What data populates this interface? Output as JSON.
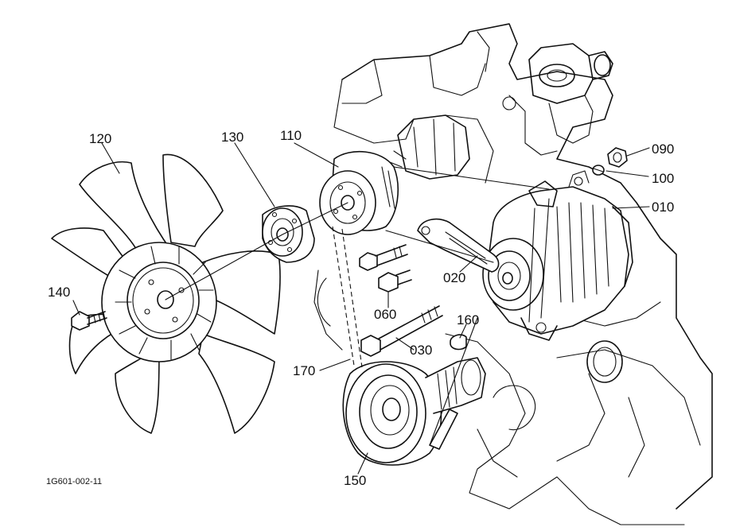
{
  "figure_code": "1G601-002-11",
  "callouts": [
    {
      "id": "c120",
      "text": "120"
    },
    {
      "id": "c130",
      "text": "130"
    },
    {
      "id": "c110",
      "text": "110"
    },
    {
      "id": "c090",
      "text": "090"
    },
    {
      "id": "c100",
      "text": "100"
    },
    {
      "id": "c010",
      "text": "010"
    },
    {
      "id": "c020",
      "text": "020"
    },
    {
      "id": "c140",
      "text": "140"
    },
    {
      "id": "c060",
      "text": "060"
    },
    {
      "id": "c160",
      "text": "160"
    },
    {
      "id": "c030",
      "text": "030"
    },
    {
      "id": "c170",
      "text": "170"
    },
    {
      "id": "c150",
      "text": "150"
    }
  ]
}
